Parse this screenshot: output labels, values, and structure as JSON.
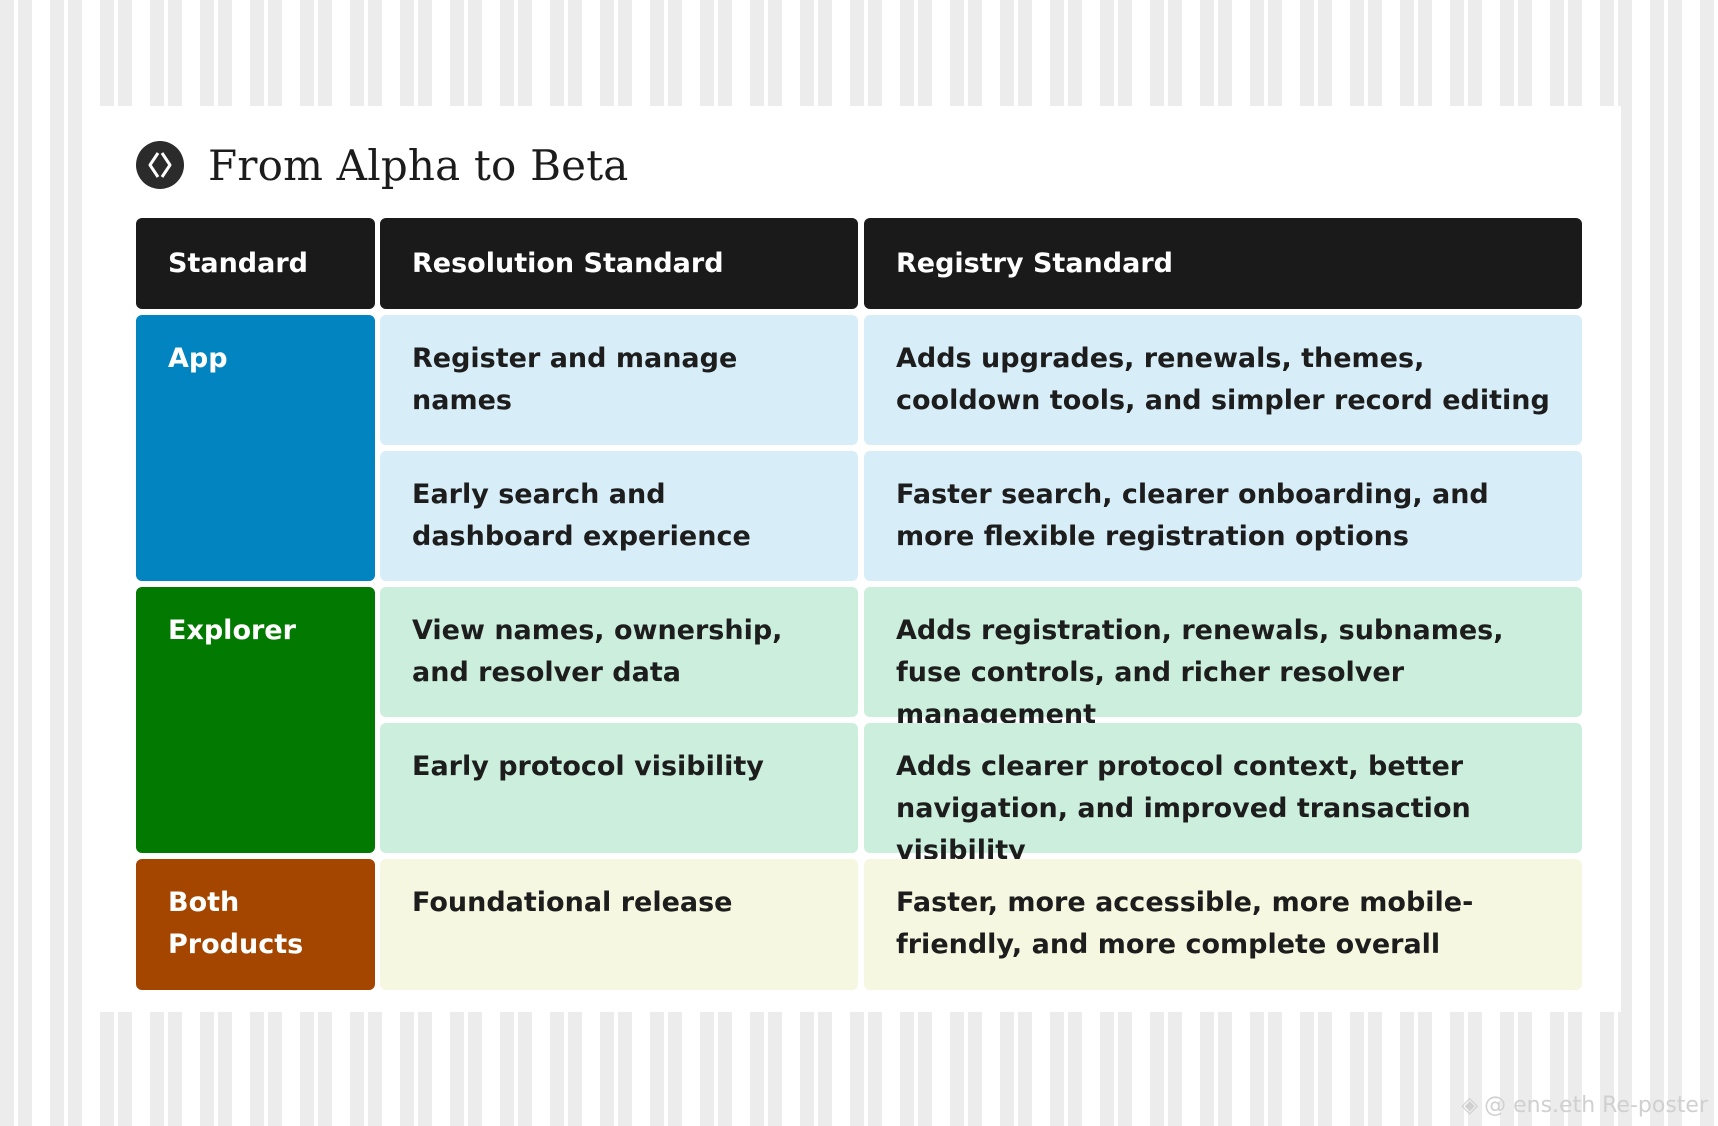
{
  "title": "From Alpha to Beta",
  "logo_icon": "ens-logo-icon",
  "columns": [
    "Standard",
    "Resolution Standard",
    "Registry Standard"
  ],
  "groups": [
    {
      "label": "App",
      "color": "#0284c1"
    },
    {
      "label": "Explorer",
      "color": "#027a02"
    },
    {
      "label": "Both Products",
      "color": "#a54600"
    }
  ],
  "rows": [
    {
      "resolution": "Register and manage names",
      "registry": "Adds upgrades, renewals, themes, cooldown tools, and simpler record editing"
    },
    {
      "resolution": "Early search and dashboard experience",
      "registry": "Faster search, clearer onboarding, and more flexible registration options"
    },
    {
      "resolution": "View names, ownership, and resolver data",
      "registry": "Adds registration, renewals, subnames, fuse controls, and richer resolver management"
    },
    {
      "resolution": "Early protocol visibility",
      "registry": "Adds clearer protocol context, better navigation, and improved transaction visibility"
    },
    {
      "resolution": "Foundational release",
      "registry": "Faster, more accessible, more mobile-friendly, and more complete overall"
    }
  ],
  "watermark": "@ ens.eth Re-poster",
  "colors": {
    "header": "#1a1a1a",
    "app_rows": "#d7eef9",
    "explorer_rows": "#cbeedd",
    "both_rows": "#f6f7e0"
  }
}
